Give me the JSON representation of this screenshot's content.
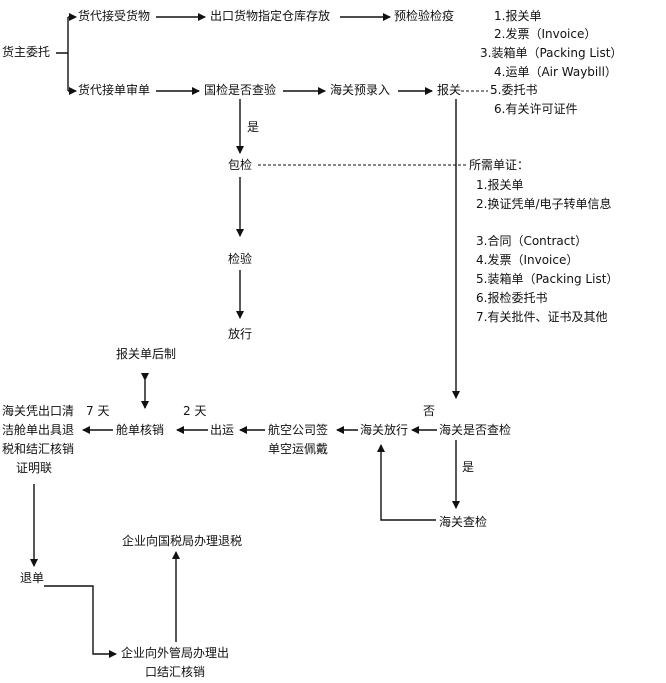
{
  "nodes": {
    "consignor": "货主委托",
    "forwarder_receive": "货代接受货物",
    "warehouse": "出口货物指定仓库存放",
    "pre_inspection": "预检验检疫",
    "forwarder_review": "货代接单审单",
    "need_inspection": "国检是否查验",
    "customs_preentry": "海关预录入",
    "declare": "报关",
    "yes1": "是",
    "inspection_pkg": "包检",
    "inspect": "检验",
    "release1": "放行",
    "decl_later": "报关单后制",
    "cert_line1": "海关凭出口清",
    "days7": "7 天",
    "cert_line2": "洁舱单出具退",
    "cert_line3": "税和结汇核销",
    "cert_line4": "证明联",
    "manifest_verify": "舱单核销",
    "days2": "2 天",
    "ship": "出运",
    "airline_line1": "航空公司签",
    "airline_line2": "单空运佩戴",
    "customs_release": "海关放行",
    "no": "否",
    "customs_check_q": "海关是否查检",
    "yes2": "是",
    "customs_inspect": "海关查检",
    "tax_refund": "企业向国税局办理退税",
    "refund_doc": "退单",
    "forex_line1": "企业向外管局办理出",
    "forex_line2": "口结汇核销"
  },
  "docs_list_1": [
    "1.报关单",
    "2.发票（Invoice）",
    "3.装箱单（Packing List）",
    "4.运单（Air Waybill）",
    "5.委托书",
    "6.有关许可证件"
  ],
  "docs_list_2_title": "所需单证：",
  "docs_list_2": [
    "1.报关单",
    "2.换证凭单/电子转单信息",
    "3.合同（Contract）",
    "4.发票（Invoice）",
    "5.装箱单（Packing List）",
    "6.报检委托书",
    "7.有关批件、证书及其他"
  ]
}
